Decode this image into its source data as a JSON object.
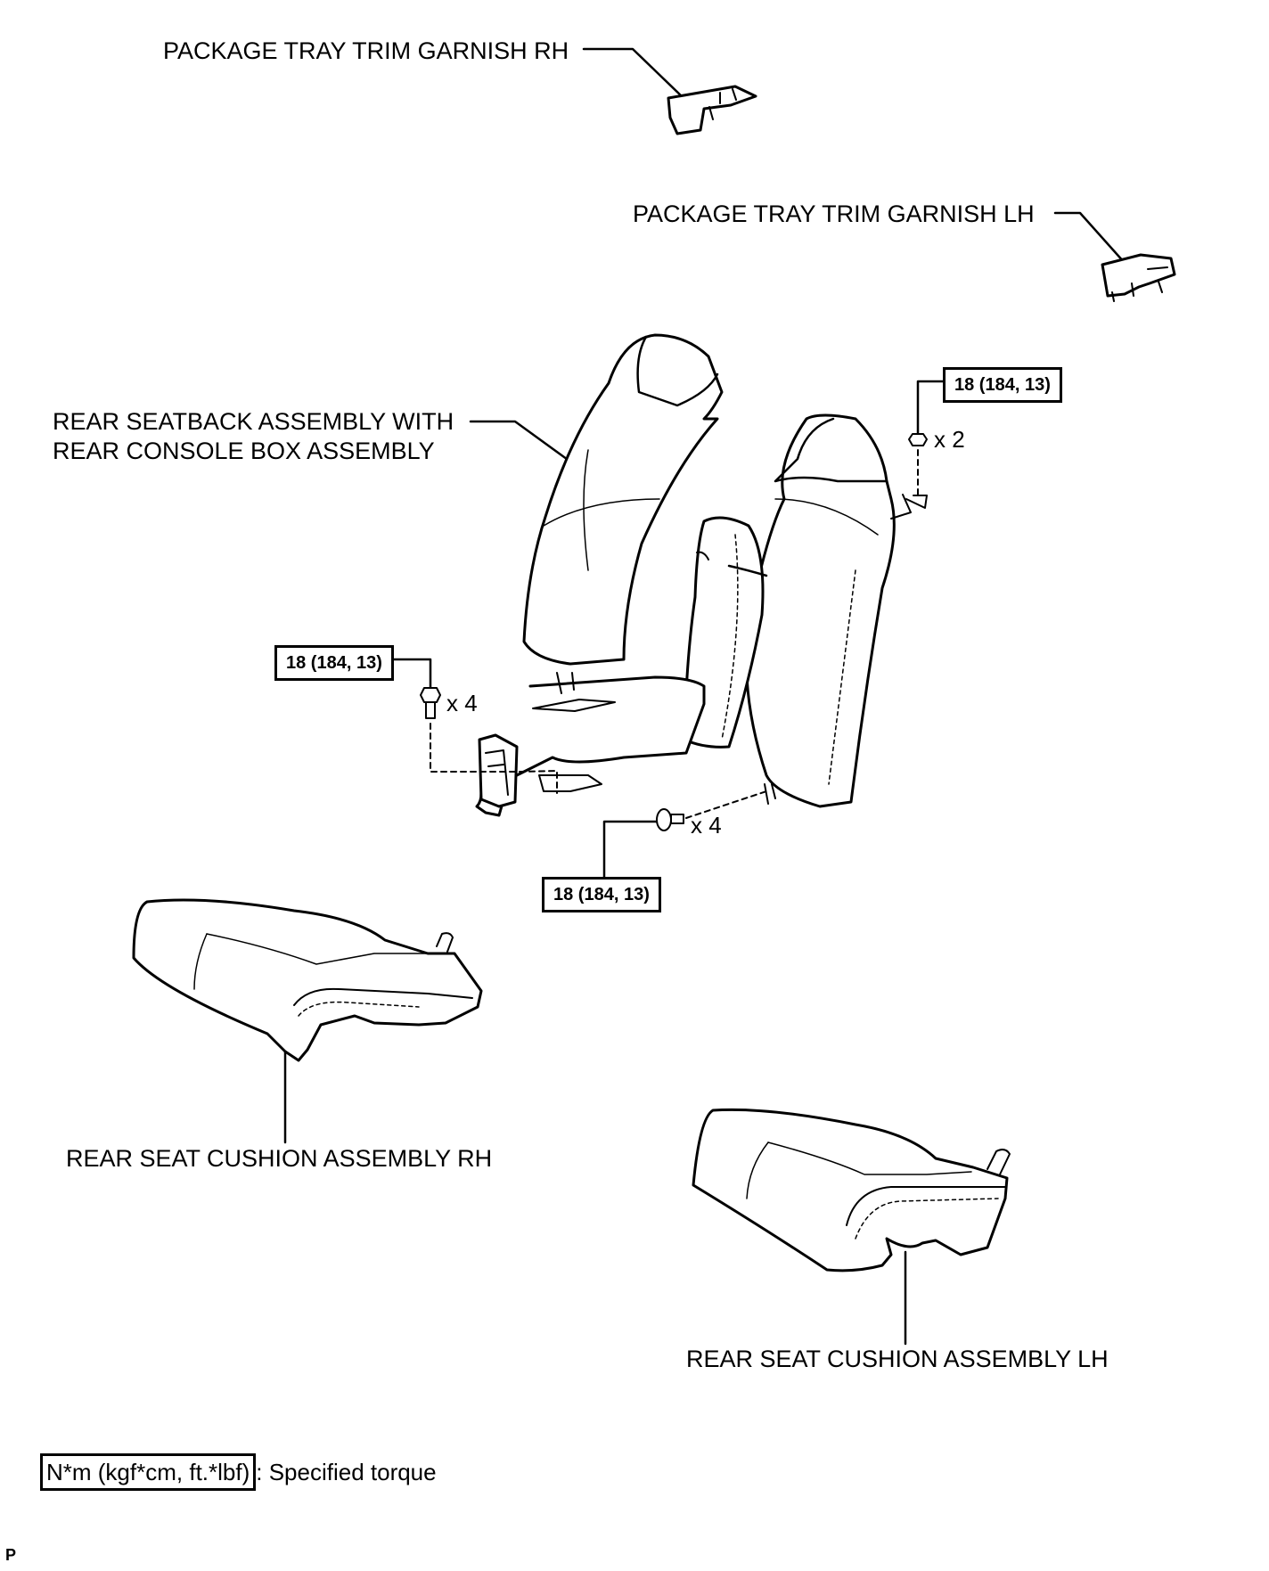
{
  "labels": {
    "garnish_rh": "PACKAGE TRAY TRIM GARNISH RH",
    "garnish_lh": "PACKAGE TRAY TRIM GARNISH LH",
    "seatback_line1": "REAR SEATBACK ASSEMBLY WITH",
    "seatback_line2": "REAR CONSOLE BOX ASSEMBLY",
    "cushion_rh": "REAR SEAT CUSHION ASSEMBLY RH",
    "cushion_lh": "REAR SEAT CUSHION ASSEMBLY LH"
  },
  "torque_specs": [
    {
      "value": "18 (184, 13)",
      "qty": "x 2"
    },
    {
      "value": "18 (184, 13)",
      "qty": "x 4"
    },
    {
      "value": "18 (184, 13)",
      "qty": "x 4"
    }
  ],
  "legend": {
    "unit": "N*m (kgf*cm, ft.*lbf)",
    "description": ": Specified torque"
  },
  "corner_mark": "P"
}
